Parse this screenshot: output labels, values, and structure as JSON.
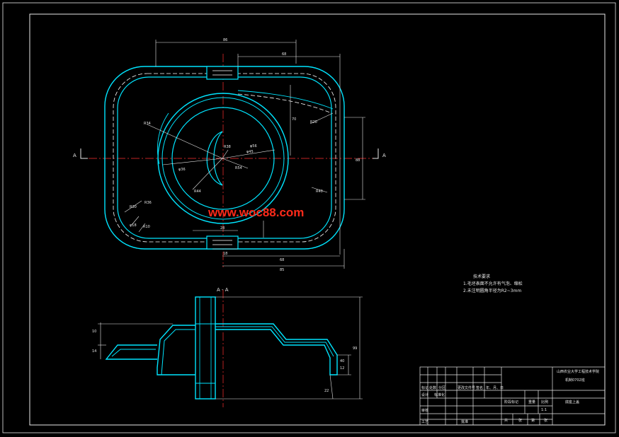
{
  "watermark": "www.woc88.com",
  "section_marks": {
    "left": "A",
    "right": "A",
    "view_label": "A - A"
  },
  "technical_requirements": {
    "title": "技术要求",
    "items": [
      "1.毛坯表面不允许有气泡、缩松",
      "2.未注明圆角半径为R2~3mm"
    ]
  },
  "title_block": {
    "company": "山西农业大学工程技术学院",
    "class_name": "机制0702班",
    "part_name": "底座上盖",
    "scale": "1:1",
    "header_cells": [
      "标记",
      "处数",
      "分区",
      "更改文件号",
      "签名",
      "年、月、日"
    ],
    "row_labels": [
      "设计",
      "审核",
      "工艺",
      "标准化",
      "批准"
    ],
    "meta_headers": [
      "阶段标记",
      "重量",
      "比例"
    ],
    "footer_cells": [
      "共",
      "张",
      "第",
      "张"
    ]
  },
  "dimensions": {
    "top": [
      "86",
      "68"
    ],
    "bottom": [
      "28",
      "18",
      "68",
      "85"
    ],
    "radii": [
      "R34",
      "R38",
      "R20",
      "R40",
      "R54",
      "R44",
      "R36",
      "R30",
      "R10"
    ],
    "diameters": [
      "φ18",
      "φ45",
      "φ36",
      "φ56"
    ],
    "side": [
      "70",
      "88"
    ],
    "section": [
      "10",
      "14",
      "22",
      "99",
      "12",
      "40"
    ]
  },
  "colors": {
    "background": "#000000",
    "outline": "#00e5ff",
    "hidden": "#ffffff",
    "center": "#ff3030",
    "dimension": "#e8e8e8",
    "watermark": "#ff2a1a"
  }
}
